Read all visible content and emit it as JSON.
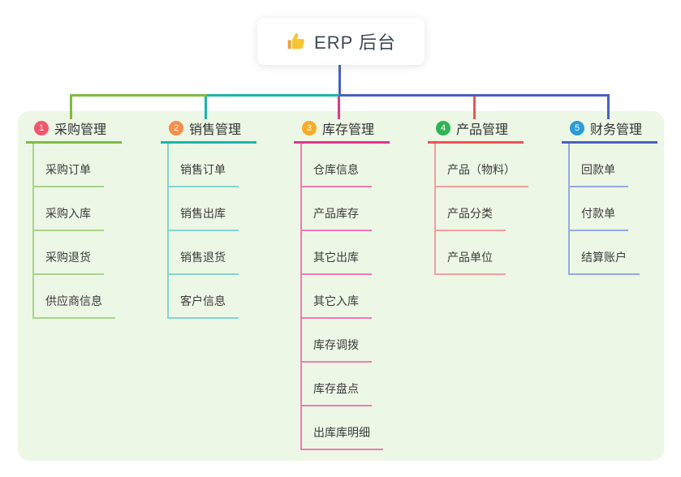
{
  "root": {
    "title": "ERP 后台",
    "icon": "thumbs-up-icon"
  },
  "colors": {
    "panel_background": "#ecf7e5",
    "root_text": "#3c4858",
    "root_connector": "#4a5fc1",
    "thumb_yellow": "#f7c531",
    "thumb_cuff": "#e8a33d"
  },
  "branches": [
    {
      "badge": "1",
      "label": "采购管理",
      "badge_color": "#f2566f",
      "line_color": "#7fbb44",
      "child_line_color": "#a9d48b",
      "children": [
        "采购订单",
        "采购入库",
        "采购退货",
        "供应商信息"
      ]
    },
    {
      "badge": "2",
      "label": "销售管理",
      "badge_color": "#f98d4b",
      "line_color": "#1cb5ac",
      "child_line_color": "#83d6cf",
      "children": [
        "销售订单",
        "销售出库",
        "销售退货",
        "客户信息"
      ]
    },
    {
      "badge": "3",
      "label": "库存管理",
      "badge_color": "#f9ab27",
      "line_color": "#e0368c",
      "child_line_color": "#ef7ab6",
      "children": [
        "仓库信息",
        "产品库存",
        "其它出库",
        "其它入库",
        "库存调拨",
        "库存盘点",
        "出库库明细"
      ]
    },
    {
      "badge": "4",
      "label": "产品管理",
      "badge_color": "#2fb454",
      "line_color": "#ea5455",
      "child_line_color": "#f49e9e",
      "children": [
        "产品（物料）",
        "产品分类",
        "产品单位"
      ]
    },
    {
      "badge": "5",
      "label": "财务管理",
      "badge_color": "#2a9dd8",
      "line_color": "#4a5fc1",
      "child_line_color": "#97a9e1",
      "children": [
        "回款单",
        "付款单",
        "结算账户"
      ]
    }
  ]
}
